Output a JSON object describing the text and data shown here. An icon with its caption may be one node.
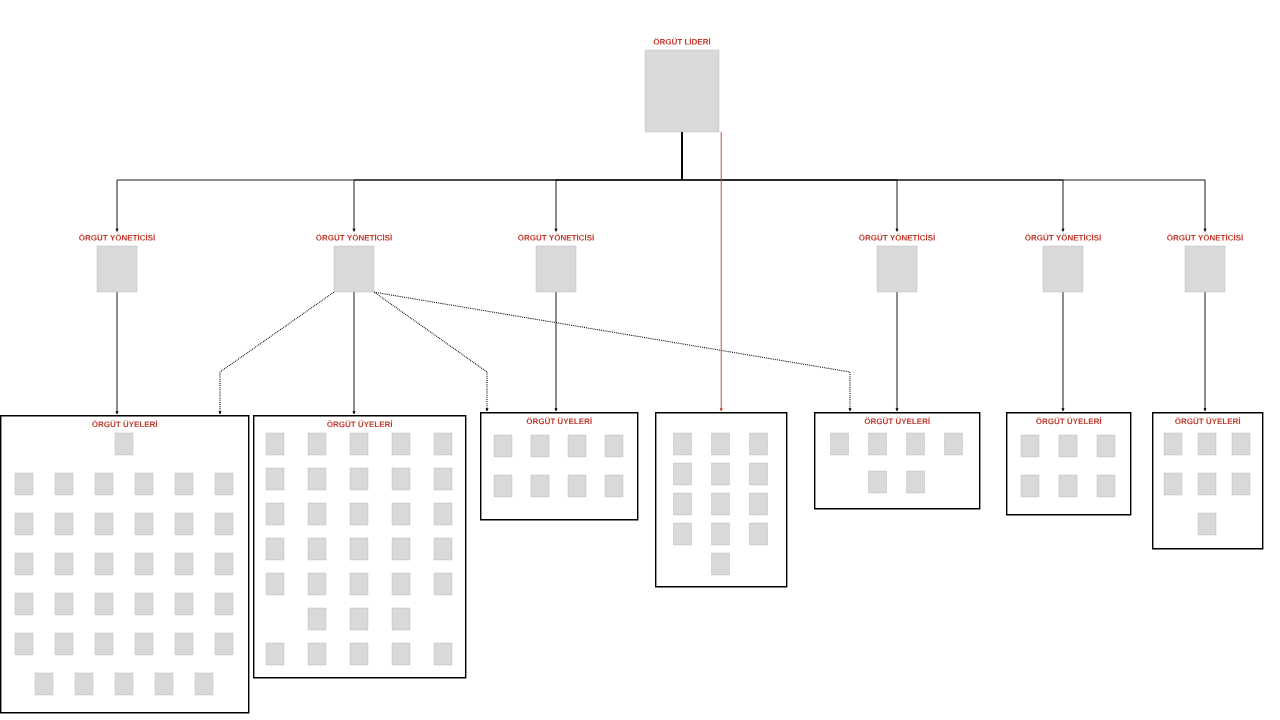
{
  "diagram": {
    "nodes": [
      {
        "text": [
          "ÖRGÜT LİDERİ"
        ]
      },
      {
        "text": [
          "ÖRGÜT YÖNETİCİSİ"
        ]
      },
      {
        "text": [
          "ÖRGÜT YÖNETİCİSİ"
        ]
      },
      {
        "text": [
          "ÖRGÜT YÖNETİCİSİ"
        ]
      },
      {
        "text": [
          "ÖRGÜT YÖNETİCİSİ"
        ]
      },
      {
        "text": [
          "ÖRGÜT YÖNETİCİSİ"
        ]
      },
      {
        "text": [
          "ÖRGÜT YÖNETİCİSİ"
        ]
      },
      {
        "text": [
          "ÖRGÜT ÜYELERİ"
        ]
      },
      {
        "text": [
          "ÖRGÜT ÜYELERİ"
        ]
      },
      {
        "text": [
          "ÖRGÜT ÜYELERİ"
        ]
      },
      {
        "text": [],
        "shape": "box"
      },
      {
        "text": [
          "ÖRGÜT ÜYELERİ"
        ]
      },
      {
        "text": [
          "ÖRGÜT ÜYELERİ"
        ]
      },
      {
        "text": [
          "ÖRGÜT ÜYELERİ"
        ]
      }
    ],
    "edges": [
      {
        "from": 0,
        "to": 1,
        "arrow": "to"
      },
      {
        "from": 0,
        "to": 2,
        "arrow": "to"
      },
      {
        "from": 0,
        "to": 3,
        "arrow": "to"
      },
      {
        "from": 0,
        "to": 4,
        "arrow": "to"
      },
      {
        "from": 0,
        "to": 5,
        "arrow": "to"
      },
      {
        "from": 0,
        "to": 6,
        "arrow": "to"
      },
      {
        "from": 1,
        "to": 7,
        "arrow": "to"
      },
      {
        "from": 2,
        "to": 8,
        "arrow": "to"
      },
      {
        "from": 3,
        "to": 9,
        "arrow": "to"
      },
      {
        "from": 4,
        "to": 11,
        "arrow": "to"
      },
      {
        "from": 5,
        "to": 12,
        "arrow": "to"
      },
      {
        "from": 6,
        "to": 13,
        "arrow": "to"
      },
      {
        "from": 2,
        "to": 7,
        "arrow": "to",
        "style": "dashed"
      },
      {
        "from": 2,
        "to": 9,
        "arrow": "to",
        "style": "dashed"
      },
      {
        "from": 2,
        "to": 11,
        "arrow": "to",
        "style": "dashed"
      },
      {
        "from": 0,
        "to": 10,
        "arrow": "to",
        "color": "#c0392b"
      }
    ]
  }
}
